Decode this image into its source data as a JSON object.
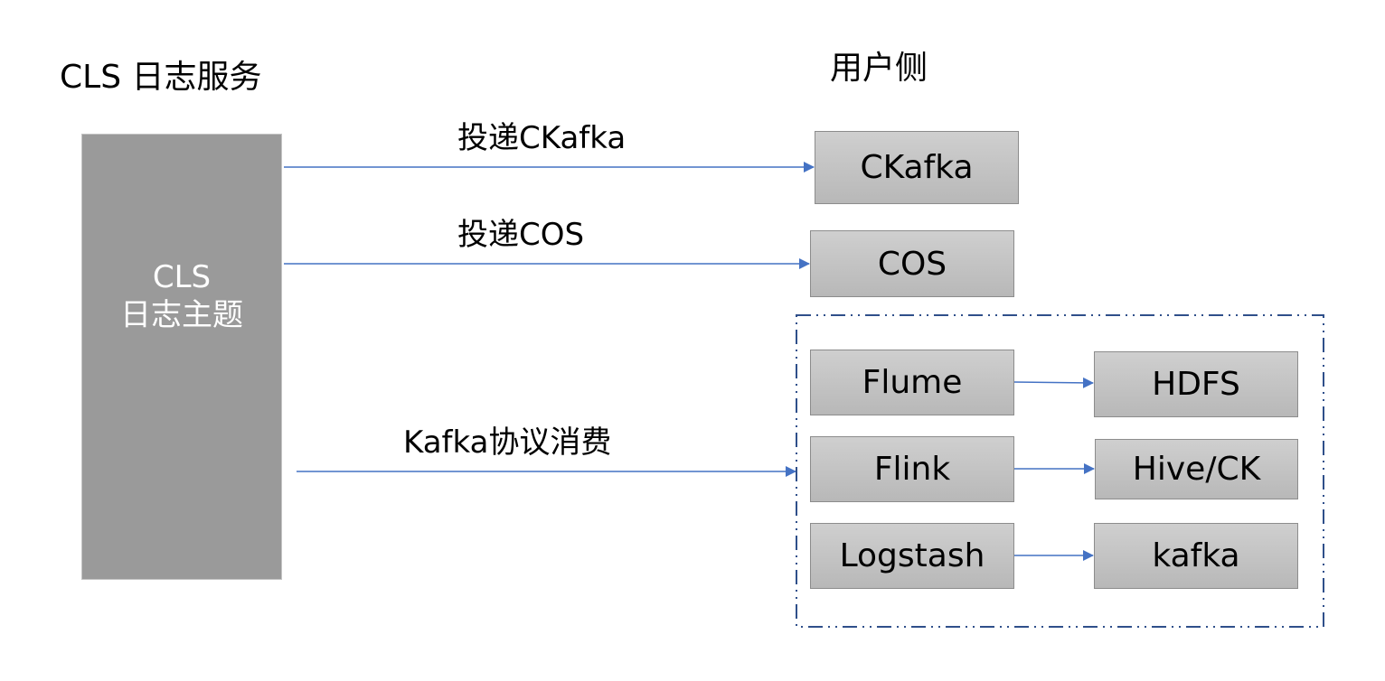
{
  "titles": {
    "left": "CLS 日志服务",
    "right": "用户侧"
  },
  "source": {
    "line1": "CLS",
    "line2": "日志主题"
  },
  "edges": {
    "ckafka_label": "投递CKafka",
    "cos_label": "投递COS",
    "kafka_label": "Kafka协议消费"
  },
  "targets": {
    "ckafka": "CKafka",
    "cos": "COS"
  },
  "consumers": [
    {
      "source": "Flume",
      "sink": "HDFS"
    },
    {
      "source": "Flink",
      "sink": "Hive/CK"
    },
    {
      "source": "Logstash",
      "sink": "kafka"
    }
  ],
  "colors": {
    "arrow": "#4472c4",
    "group_border": "#2f4f8a",
    "source_fill": "#9a9a9a",
    "node_fill_top": "#cfcfcf",
    "node_fill_bottom": "#b8b8b8"
  }
}
